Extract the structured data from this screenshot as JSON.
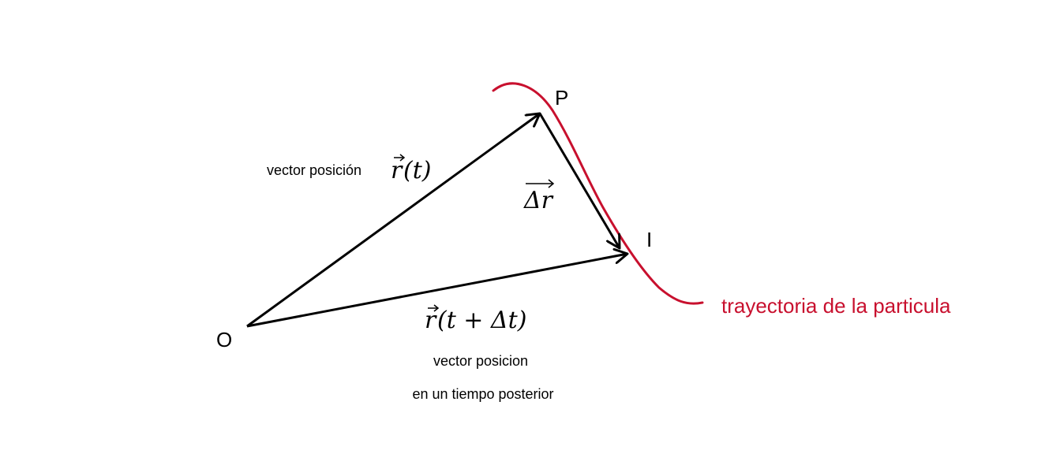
{
  "diagram": {
    "points": {
      "origin": "O",
      "p": "P",
      "i": "I"
    },
    "vectors": {
      "r_t": {
        "symbol": "r",
        "arg": "(t)",
        "caption": "vector posición"
      },
      "delta_r": {
        "symbol": "Δr"
      },
      "r_t_dt": {
        "symbol": "r",
        "arg": "(t + Δt)",
        "caption_line1": "vector posicion",
        "caption_line2": "en un tiempo posterior"
      }
    },
    "trajectory": {
      "label": "trayectoria de la particula"
    },
    "colors": {
      "vector": "#000000",
      "trajectory": "#c8102e"
    }
  }
}
